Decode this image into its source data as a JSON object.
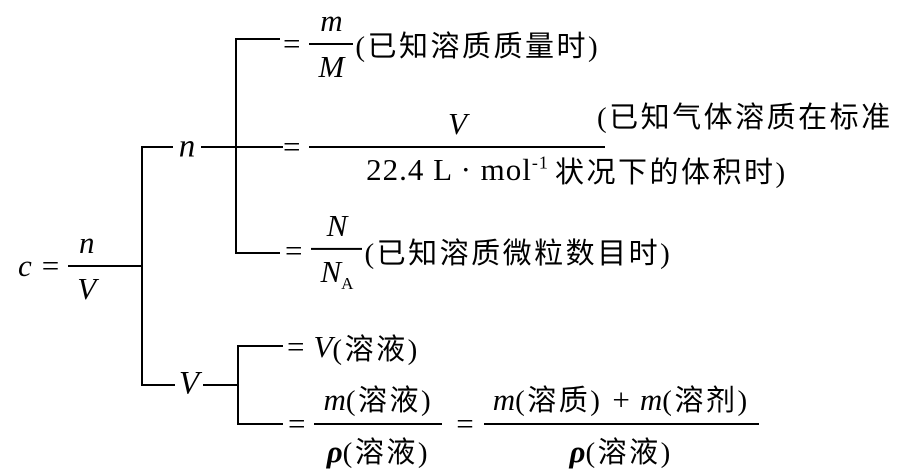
{
  "meta": {
    "background_color": "#ffffff",
    "ink_color": "#000000",
    "description_type": "chemistry molar concentration formula tree"
  },
  "root": {
    "lhs": "c",
    "eq": "=",
    "num": "n",
    "den": "V"
  },
  "branches": {
    "n": {
      "label": "n"
    },
    "V": {
      "label": "V"
    }
  },
  "formulas": {
    "mass": {
      "eq": "=",
      "num": "m",
      "den": "M",
      "note": "(已知溶质质量时)"
    },
    "gas": {
      "eq": "=",
      "num": "V",
      "den": "22.4 L · mol",
      "den_sup": "-1",
      "note_line1": "(已知气体溶质在标准",
      "note_line2": "状况下的体积时)"
    },
    "particles": {
      "eq": "=",
      "num": "N",
      "den": "N",
      "den_sub": "A",
      "note": "(已知溶质微粒数目时)"
    },
    "volume": {
      "eq": "=",
      "var": "V",
      "rest": "(溶液)"
    },
    "density": {
      "eq1": "=",
      "frac1": {
        "num_var": "m",
        "num_rest": "(溶液)",
        "den_var": "ρ",
        "den_rest": "(溶液)"
      },
      "eq2": "=",
      "frac2": {
        "num_var1": "m",
        "num_text1": "(溶质)",
        "plus": "+",
        "num_var2": "m",
        "num_text2": "(溶剂)",
        "den_var": "ρ",
        "den_rest": "(溶液)"
      }
    }
  }
}
